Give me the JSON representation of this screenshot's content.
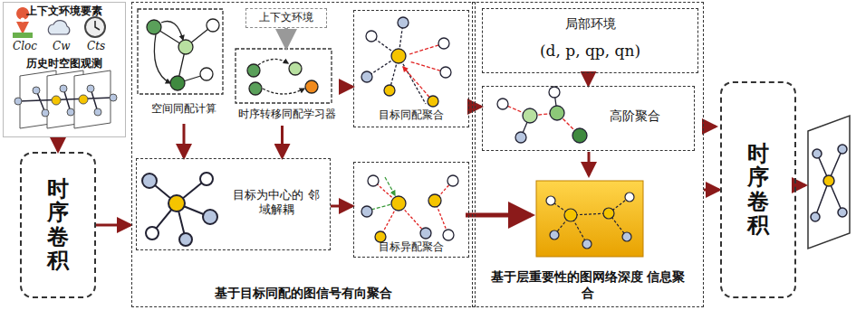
{
  "diagram": {
    "nodes": [
      {
        "text": [
          "上下文环境要素",
          "历史时空图观测"
        ]
      },
      {
        "text": [
          "时序卷积"
        ]
      },
      {
        "text": [
          "基于目标同配的图信号有向聚合"
        ]
      },
      {
        "text": [
          "空间同配计算"
        ],
        "in": 2
      },
      {
        "text": [
          "上下文环境"
        ],
        "in": 2
      },
      {
        "text": [
          "时序转移同配学习器"
        ],
        "in": 2
      },
      {
        "text": [
          "目标为中心的 邻域解耦"
        ],
        "in": 2
      },
      {
        "text": [
          "目标同配聚合"
        ],
        "in": 2
      },
      {
        "text": [
          "目标异配聚合"
        ],
        "in": 2
      },
      {
        "text": [
          "基于层重要性的图网络深度 信息聚合"
        ]
      },
      {
        "text": [
          "局部环境",
          "(d, p, qp, qn)"
        ],
        "in": 9
      },
      {
        "text": [
          "高阶聚合"
        ],
        "in": 9
      },
      {
        "text": [
          "时序卷积"
        ]
      }
    ],
    "edges": [
      {
        "from": 0,
        "to": 1,
        "arrow": "to"
      },
      {
        "from": 1,
        "to": 2,
        "arrow": "to"
      },
      {
        "from": 4,
        "to": 5,
        "arrow": "to"
      },
      {
        "from": 3,
        "to": 6,
        "arrow": "to"
      },
      {
        "from": 5,
        "to": 6,
        "arrow": "to"
      },
      {
        "from": 5,
        "to": 7,
        "arrow": "to"
      },
      {
        "from": 6,
        "to": 8,
        "arrow": "to"
      },
      {
        "from": 7,
        "to": 11,
        "arrow": "to"
      },
      {
        "from": 10,
        "to": 11,
        "arrow": "to"
      },
      {
        "from": 9,
        "to": 12,
        "arrow": "to"
      }
    ],
    "labels": [
      "Cloc",
      "Cw",
      "Cts"
    ]
  }
}
